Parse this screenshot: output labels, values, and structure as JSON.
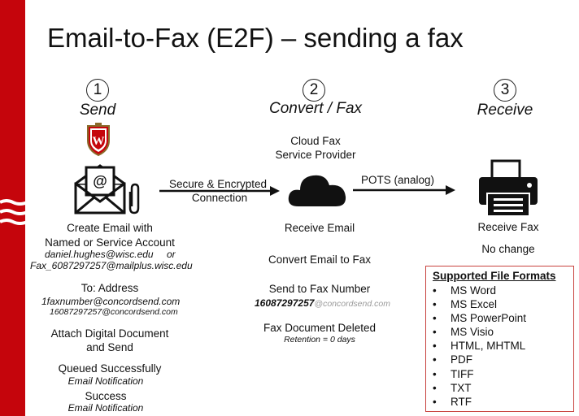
{
  "title": "Email-to-Fax (E2F) – sending a fax",
  "steps": [
    {
      "number": "1",
      "label": "Send"
    },
    {
      "number": "2",
      "label": "Convert / Fax"
    },
    {
      "number": "3",
      "label": "Receive"
    }
  ],
  "send": {
    "create_email_line1": "Create Email with",
    "create_email_line2": "Named or Service Account",
    "example_email1": "daniel.hughes@wisc.edu",
    "or_text": "or",
    "example_email2": "Fax_6087297257@mailplus.wisc.edu",
    "to_address": "To: Address",
    "to_example1": "1faxnumber@concordsend.com",
    "to_example2": "16087297257@concordsend.com",
    "attach_line1": "Attach Digital Document",
    "attach_line2": "and Send",
    "queued": "Queued Successfully",
    "queued_note": "Email Notification",
    "success": "Success",
    "success_note": "Email Notification"
  },
  "connection": {
    "line1": "Secure & Encrypted",
    "line2": "Connection"
  },
  "convert": {
    "provider_line1": "Cloud Fax",
    "provider_line2": "Service Provider",
    "receive_email": "Receive Email",
    "convert_email": "Convert Email to Fax",
    "send_to": "Send to Fax Number",
    "fax_number_bold": "16087297257",
    "fax_number_domain": "@concordsend.com",
    "deleted": "Fax Document Deleted",
    "retention": "Retention = 0 days"
  },
  "pots": "POTS (analog)",
  "receive": {
    "receive_fax": "Receive Fax",
    "no_change": "No change"
  },
  "formats": {
    "title": "Supported File Formats",
    "bullet": "•",
    "items": [
      "MS Word",
      "MS Excel",
      "MS PowerPoint",
      "MS Visio",
      "HTML, MHTML",
      "PDF",
      "TIFF",
      "TXT",
      "RTF"
    ]
  },
  "logo": {
    "letter": "W"
  },
  "colors": {
    "brand_red": "#c5050c",
    "box_border": "#c8423e",
    "ink": "#111111"
  },
  "icons": [
    "university-crest-icon",
    "email-attachment-icon",
    "cloud-icon",
    "fax-machine-icon"
  ]
}
